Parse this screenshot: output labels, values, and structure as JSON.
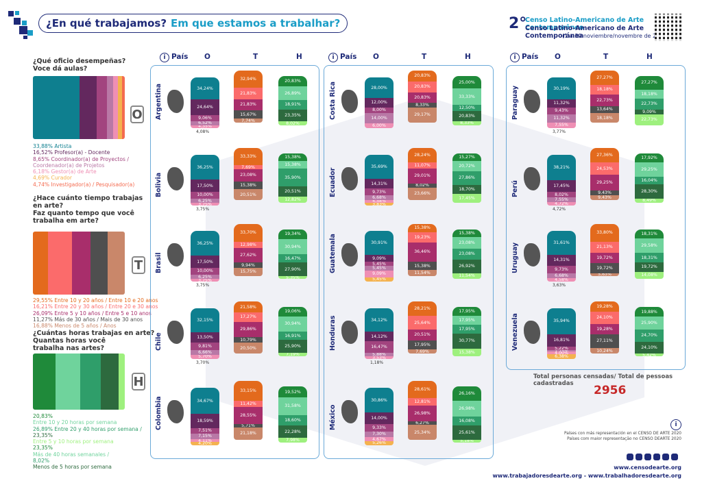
{
  "header": {
    "title_es": "¿En qué trabajamos?",
    "title_pt": "Em que estamos a trabalhar?",
    "census_number": "2°",
    "census_line1": "Censo Latino-Americano de Arte Contemporâneo",
    "census_line2": "Censo Latino-Americano de Arte Contemporánea",
    "census_dates": "(1 a 30 noviembre/novembre de 2020)"
  },
  "colors": {
    "navy": "#1e2a78",
    "O": [
      "#0e7f8f",
      "#63285e",
      "#a2447f",
      "#b978a6",
      "#ef8fb4",
      "#f4b24f",
      "#f46b50"
    ],
    "T": [
      "#e36a1d",
      "#fb6b6b",
      "#a82e6b",
      "#4f4f4f",
      "#c9876a"
    ],
    "H": [
      "#1f8a3a",
      "#6fd39c",
      "#2f9e6a",
      "#2d6a3e",
      "#9ef07e"
    ]
  },
  "left": {
    "q1": "¿Qué oficio desempeñas?",
    "q1_pt": "Voce dá aulas?",
    "o_legend": [
      "33,88% Artista",
      "16,52% Profesor(a) - Docente",
      "8,65% Coordinador(a) de Proyectos /",
      "Coordenador(a) de Projetos",
      "6,18% Gestor(a) de Arte",
      "4,69% Curador",
      "4,74% Investigador(a) / Pesquisador(a)"
    ],
    "o_bar": [
      50.5,
      18.6,
      11.4,
      6.8,
      5.4,
      4.2,
      3.1
    ],
    "o_letter": "O",
    "q2": "¿Hace cuánto tiempo trabajas",
    "q2b": "en arte?",
    "q2_pt": "Faz quanto tempo que você",
    "q2_ptb": "trabalha em arte?",
    "t_legend": [
      "29,55% Entre 10 y 20 años / Entre 10 e 20 anos",
      "16,21% Entre 20 y 30 años / Entre 20 e 30 anos",
      "26,09% Entre 5 y 10 años / Entre 5 e 10 anos",
      "11,27% Más de 30 años / Mais de 30 anos",
      "16,88% Menos de 5 años / Anos"
    ],
    "t_bar": [
      16.2,
      26.6,
      19.8,
      18.7,
      18.7
    ],
    "t_letter": "T",
    "q3": "¿Cuántas horas trabajas en arte?",
    "q3_pt": "Quantas horas você",
    "q3_ptb": "trabalha nas artes?",
    "h_legend": [
      "20,83%",
      "Entre 10 y 20 horas por semana",
      "26,89% Entre 20 y 40 horas por semana /",
      "23,35%",
      "Entre 5 y 10 horas por semana",
      "23,35%",
      "Más de 40 horas semanales /",
      "8,02%",
      "Menos de 5 horas por semana"
    ],
    "h_bar": [
      24.6,
      26.9,
      22.4,
      19.2,
      7.0
    ],
    "h_letter": "H"
  },
  "column_header": {
    "pais": "País",
    "o": "O",
    "t": "T",
    "h": "H"
  },
  "chart_data": {
    "type": "bar",
    "subtype": "stacked-100",
    "countries": [
      {
        "name": "Argentina",
        "O": [
          "34,24%",
          "24,64%",
          "9,06%",
          "6,52%",
          "4,35%"
        ],
        "O_below": "4,08%",
        "T": [
          "32,94%",
          "21,83%",
          "21,83%",
          "15,67%",
          "7,74%"
        ],
        "H": [
          "20,83%",
          "26,89%",
          "18,91%",
          "23,35%",
          "8,02%"
        ]
      },
      {
        "name": "Bolivia",
        "O": [
          "36,25%",
          "17,50%",
          "10,00%",
          "6,25%",
          "3,75%"
        ],
        "O_below": "3,75%",
        "T": [
          "33,33%",
          "7,69%",
          "23,08%",
          "15,38%",
          "20,51%"
        ],
        "H": [
          "15,38%",
          "15,38%",
          "35,90%",
          "20,51%",
          "12,82%"
        ]
      },
      {
        "name": "Brasil",
        "O": [
          "36,25%",
          "17,50%",
          "10,00%",
          "6,25%",
          "3,75%"
        ],
        "O_below": "3,75%",
        "T": [
          "33,70%",
          "12,98%",
          "27,62%",
          "9,94%",
          "15,75%"
        ],
        "H": [
          "19,34%",
          "30,94%",
          "16,47%",
          "27,90%",
          "5,35%"
        ]
      },
      {
        "name": "Chile",
        "O": [
          "32,15%",
          "13,50%",
          "9,81%",
          "6,66%",
          "5,70%"
        ],
        "O_below": "3,70%",
        "T": [
          "21,58%",
          "17,27%",
          "29,86%",
          "10,79%",
          "20,50%"
        ],
        "H": [
          "19,06%",
          "30,94%",
          "16,91%",
          "25,90%",
          "7,19%"
        ]
      },
      {
        "name": "Colombia",
        "O": [
          "34,67%",
          "18,59%",
          "7,51%",
          "7,15%",
          "4,11%",
          "4,20%"
        ],
        "T": [
          "33,15%",
          "11,42%",
          "28,55%",
          "5,71%",
          "21,18%"
        ],
        "H": [
          "19,52%",
          "31,58%",
          "18,60%",
          "22,28%",
          "7,98%"
        ]
      },
      {
        "name": "Costa Rica",
        "O": [
          "28,00%",
          "12,00%",
          "8,00%",
          "14,00%",
          "6,00%"
        ],
        "T": [
          "20,83%",
          "20,83%",
          "20,83%",
          "8,33%",
          "29,17%"
        ],
        "H": [
          "25,00%",
          "33,33%",
          "12,50%",
          "20,83%",
          "8,33%"
        ]
      },
      {
        "name": "Ecuador",
        "O": [
          "35,69%",
          "14,31%",
          "9,73%",
          "6,68%",
          "4,58%",
          "3,83%"
        ],
        "T": [
          "28,24%",
          "11,07%",
          "29,01%",
          "8,02%",
          "23,66%"
        ],
        "H": [
          "15,27%",
          "20,72%",
          "27,86%",
          "18,70%",
          "17,45%"
        ]
      },
      {
        "name": "Guatemala",
        "O": [
          "30,91%",
          "9,09%",
          "5,45%",
          "5,45%",
          "9,09%",
          "5,45%"
        ],
        "T": [
          "15,38%",
          "19,23%",
          "36,46%",
          "15,38%",
          "11,54%"
        ],
        "H": [
          "15,38%",
          "23,08%",
          "23,08%",
          "26,92%",
          "11,54%"
        ]
      },
      {
        "name": "Honduras",
        "O": [
          "34,12%",
          "14,12%",
          "16,47%",
          "5,88%",
          "3,53%"
        ],
        "O_below": "1,18%",
        "T": [
          "28,21%",
          "25,64%",
          "20,51%",
          "17,95%",
          "7,69%"
        ],
        "H": [
          "17,95%",
          "17,95%",
          "17,95%",
          "30,77%",
          "15,38%"
        ]
      },
      {
        "name": "México",
        "O": [
          "30,86%",
          "14,00%",
          "9,33%",
          "7,30%",
          "4,67%",
          "5,26%"
        ],
        "T": [
          "28,61%",
          "12,81%",
          "26,98%",
          "6,27%",
          "25,34%"
        ],
        "H": [
          "26,16%",
          "26,98%",
          "16,08%",
          "25,61%",
          "5,18%"
        ]
      },
      {
        "name": "Paraguay",
        "O": [
          "30,19%",
          "11,32%",
          "9,43%",
          "11,32%",
          "7,55%"
        ],
        "O_below": "3,77%",
        "T": [
          "27,27%",
          "18,18%",
          "22,73%",
          "13,64%",
          "18,18%"
        ],
        "H": [
          "27,27%",
          "18,18%",
          "22,73%",
          "9,09%",
          "22,73%"
        ]
      },
      {
        "name": "Perú",
        "O": [
          "38,21%",
          "17,45%",
          "8,02%",
          "7,55%",
          "4,72%"
        ],
        "O_below": "4,72%",
        "T": [
          "27,36%",
          "24,53%",
          "29,25%",
          "9,43%",
          "9,43%"
        ],
        "H": [
          "17,92%",
          "29,25%",
          "16,04%",
          "28,30%",
          "8,49%"
        ]
      },
      {
        "name": "Uruguay",
        "O": [
          "31,61%",
          "14,31%",
          "9,73%",
          "6,68%",
          "4,58%"
        ],
        "O_below": "3,63%",
        "T": [
          "33,80%",
          "21,13%",
          "19,72%",
          "19,72%",
          "5,63%"
        ],
        "H": [
          "18,31%",
          "29,58%",
          "18,31%",
          "19,72%",
          "14,08%"
        ]
      },
      {
        "name": "Venezuela",
        "O": [
          "35,94%",
          "16,81%",
          "5,22%",
          "1,75%",
          "4,00%",
          "6,38%"
        ],
        "T": [
          "19,28%",
          "24,10%",
          "19,28%",
          "27,11%",
          "10,24%"
        ],
        "H": [
          "19,88%",
          "25,90%",
          "24,70%",
          "24,10%",
          "5,42%"
        ]
      }
    ]
  },
  "footer": {
    "total_label": "Total personas censadas/ Total de pessoas cadastradas",
    "total_value": "2956",
    "info1": "Países con más representación en el CENSO DE ARTE 2020",
    "info2": "Países com maior representação no CENSO DEARTE 2020",
    "site1": "www.censodearte.org",
    "site2": "www.trabajadoresdearte.org - www.trabalhadoresdearte.org"
  }
}
